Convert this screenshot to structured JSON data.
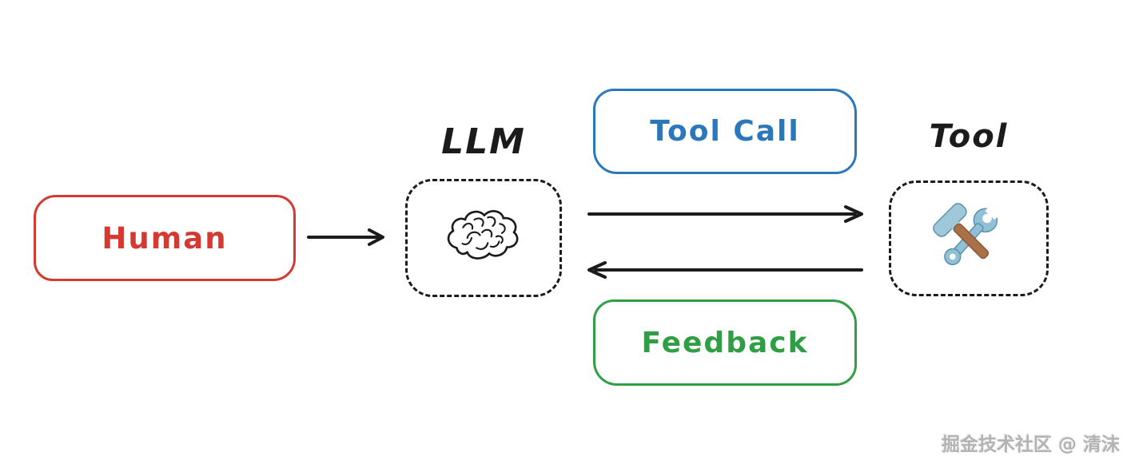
{
  "canvas": {
    "background": "#ffffff"
  },
  "nodes": {
    "human": {
      "label": "Human",
      "color": "#d53a32"
    },
    "llm": {
      "label": "LLM",
      "color": "#1b1b1b",
      "icon": "brain-icon"
    },
    "tool": {
      "label": "Tool",
      "color": "#1b1b1b",
      "icon": "hammer-wrench-icon"
    }
  },
  "edges": {
    "human_to_llm": {
      "label": "",
      "direction": "human-to-llm"
    },
    "tool_call": {
      "label": "Tool Call",
      "color": "#2b77bb",
      "direction": "llm-to-tool"
    },
    "feedback": {
      "label": "Feedback",
      "color": "#2f9e44",
      "direction": "tool-to-llm"
    }
  },
  "watermark": {
    "text": "掘金技术社区 @ 清沫",
    "color": "#b3b3b3"
  }
}
